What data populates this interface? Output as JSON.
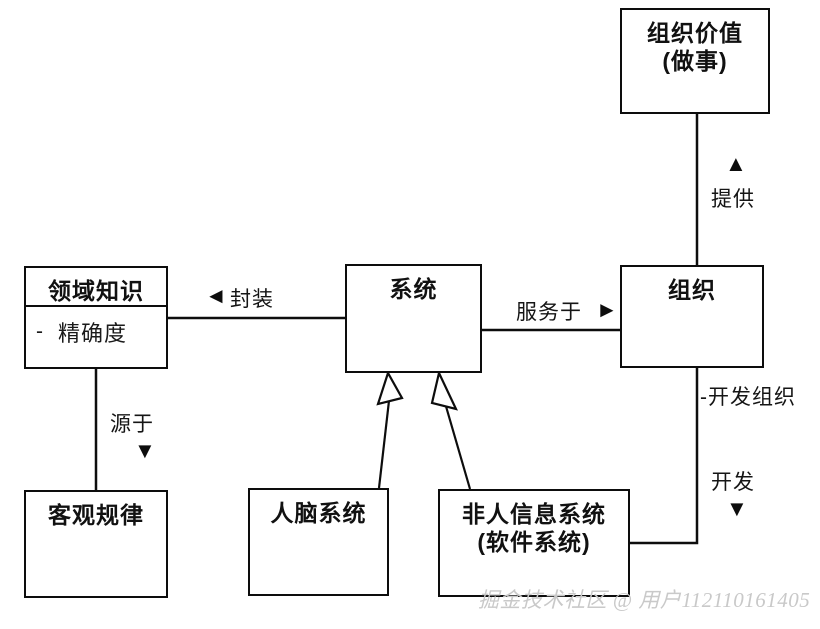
{
  "diagram": {
    "type": "uml-class-diagram",
    "background_color": "#ffffff",
    "stroke_color": "#0d0d0d",
    "nodes": [
      {
        "id": "org_value",
        "title": "组织价值\n(做事)"
      },
      {
        "id": "domain_knowledge",
        "title": "领域知识",
        "attribute_visibility": "-",
        "attribute_name": "精确度"
      },
      {
        "id": "system",
        "title": "系统"
      },
      {
        "id": "organization",
        "title": "组织"
      },
      {
        "id": "objective_law",
        "title": "客观规律"
      },
      {
        "id": "brain_system",
        "title": "人脑系统"
      },
      {
        "id": "software_system",
        "title": "非人信息系统\n(软件系统)"
      }
    ],
    "edges": [
      {
        "id": "encapsulate",
        "label": "封装",
        "arrow": "◄",
        "from": "system",
        "to": "domain_knowledge",
        "kind": "association"
      },
      {
        "id": "serves",
        "label": "服务于",
        "arrow": "►",
        "from": "system",
        "to": "organization",
        "kind": "association"
      },
      {
        "id": "provides",
        "label": "提供",
        "arrow": "▲",
        "from": "organization",
        "to": "org_value",
        "kind": "association"
      },
      {
        "id": "originates",
        "label": "源于",
        "arrow": "▼",
        "from": "domain_knowledge",
        "to": "objective_law",
        "kind": "association"
      },
      {
        "id": "develops",
        "label": "开发",
        "arrow": "▼",
        "role": "-开发组织",
        "from": "organization",
        "to": "software_system",
        "kind": "association"
      },
      {
        "id": "brain-generalization",
        "from": "brain_system",
        "to": "system",
        "kind": "generalization"
      },
      {
        "id": "software-generalization",
        "from": "software_system",
        "to": "system",
        "kind": "generalization"
      }
    ]
  },
  "watermark": {
    "text": "掘金技术社区 @ 用户112110161405",
    "color": "#c9c9c9"
  }
}
